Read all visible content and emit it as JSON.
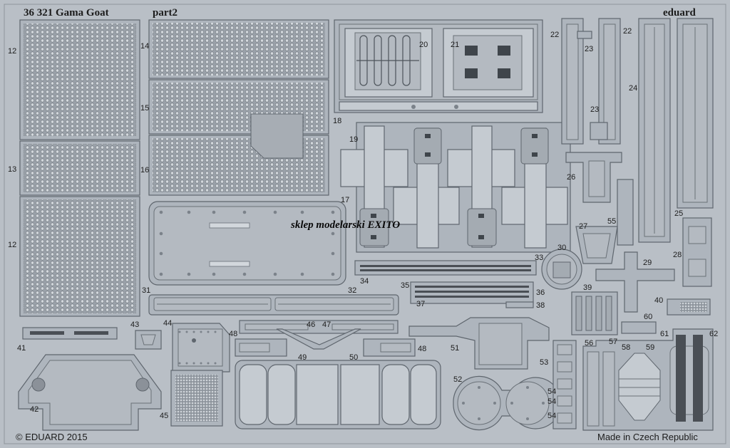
{
  "header": {
    "title": "36 321 Gama Goat",
    "subtitle": "part2",
    "brand": "eduard"
  },
  "watermark": "sklep modelarski EXITO",
  "footer": {
    "copyright": "© EDUARD 2015",
    "origin": "Made in Czech Republic"
  },
  "part_numbers": {
    "p12a": "12",
    "p12b": "12",
    "p13": "13",
    "p14": "14",
    "p15": "15",
    "p16": "16",
    "p17": "17",
    "p18": "18",
    "p19": "19",
    "p20": "20",
    "p21": "21",
    "p22a": "22",
    "p22b": "22",
    "p23a": "23",
    "p23b": "23",
    "p24": "24",
    "p25": "25",
    "p26": "26",
    "p27": "27",
    "p28": "28",
    "p29": "29",
    "p30": "30",
    "p31": "31",
    "p32": "32",
    "p33": "33",
    "p34": "34",
    "p35": "35",
    "p36": "36",
    "p37": "37",
    "p38": "38",
    "p39": "39",
    "p40": "40",
    "p41": "41",
    "p42": "42",
    "p43": "43",
    "p44": "44",
    "p45": "45",
    "p46": "46",
    "p47": "47",
    "p48a": "48",
    "p48b": "48",
    "p49": "49",
    "p50": "50",
    "p51": "51",
    "p52": "52",
    "p53": "53",
    "p54a": "54",
    "p54b": "54",
    "p54c": "54",
    "p55": "55",
    "p56": "56",
    "p57": "57",
    "p58": "58",
    "p59": "59",
    "p60": "60",
    "p61": "61",
    "p62": "62"
  },
  "colors": {
    "fret": "#b9bfc6",
    "part": "#aeb5bd",
    "outline": "#5f666e",
    "text": "#1c1c1c"
  }
}
